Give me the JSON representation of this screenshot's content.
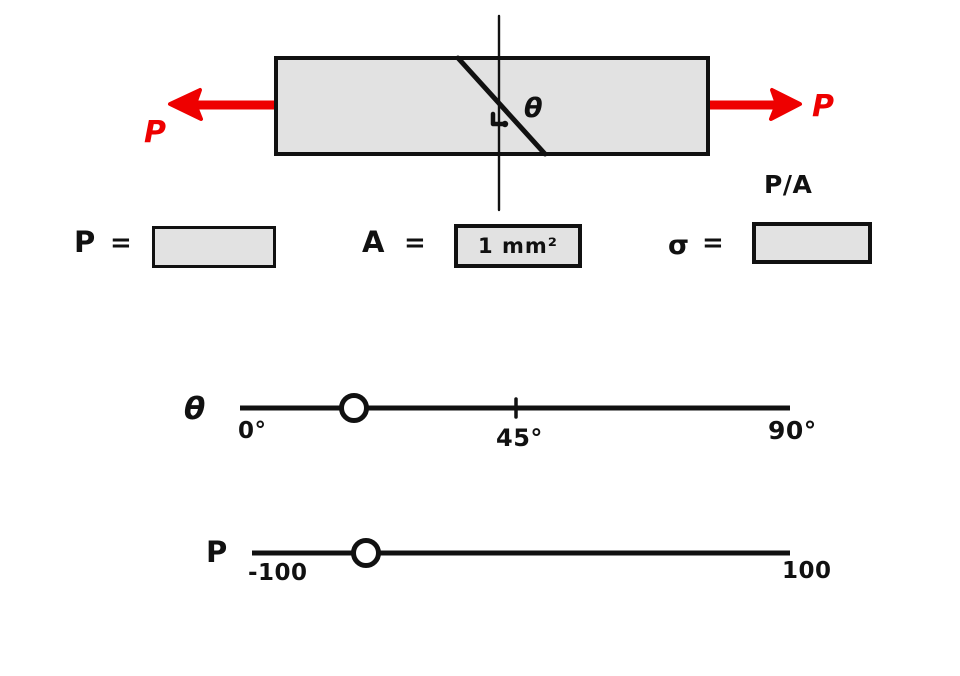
{
  "diagram": {
    "title_none": "",
    "bar_label": "axial-loaded-bar",
    "left_force_label": "P",
    "right_force_label": "P",
    "angle_label": "θ",
    "fill_color": "#e2e2e2",
    "stroke_color": "#111111",
    "force_color": "#ee0000"
  },
  "fields": [
    {
      "name": "force",
      "label": "P",
      "equals": "=",
      "value": "",
      "placeholder": "",
      "caption": ""
    },
    {
      "name": "area",
      "label": "A",
      "equals": "=",
      "value": "1 mm²",
      "placeholder": "",
      "caption": ""
    },
    {
      "name": "stress",
      "label": "σ",
      "equals": "=",
      "value": "",
      "placeholder": "",
      "caption": "P/A"
    }
  ],
  "sliders": [
    {
      "name": "theta",
      "label": "θ",
      "min_label": "0°",
      "max_label": "90°",
      "mid_label": "45°",
      "min": 0,
      "max": 90,
      "value": 15,
      "has_mid_tick": true
    },
    {
      "name": "load",
      "label": "P",
      "min_label": "-100",
      "max_label": "100",
      "mid_label": "",
      "min": -100,
      "max": 100,
      "value": -70,
      "has_mid_tick": false
    }
  ]
}
